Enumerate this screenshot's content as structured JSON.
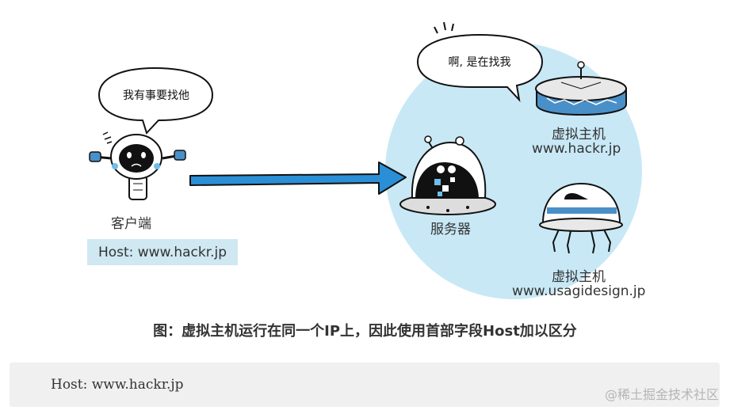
{
  "client": {
    "speech": "我有事要找他",
    "label": "客户端",
    "host_header": "Host: www.hackr.jp"
  },
  "server": {
    "speech": "啊, 是在找我",
    "label": "服务器"
  },
  "virtual_hosts": [
    {
      "label": "虚拟主机",
      "domain": "www.hackr.jp"
    },
    {
      "label": "虚拟主机",
      "domain": "www.usagidesign.jp"
    }
  ],
  "caption": "图：虚拟主机运行在同一个IP上，因此使用首部字段Host加以区分",
  "code": "Host: www.hackr.jp",
  "watermark": "@稀土掘金技术社区",
  "colors": {
    "circle": "#c8e8f6",
    "arrow": "#2a8fd6",
    "host_box": "#cfe8f2"
  }
}
